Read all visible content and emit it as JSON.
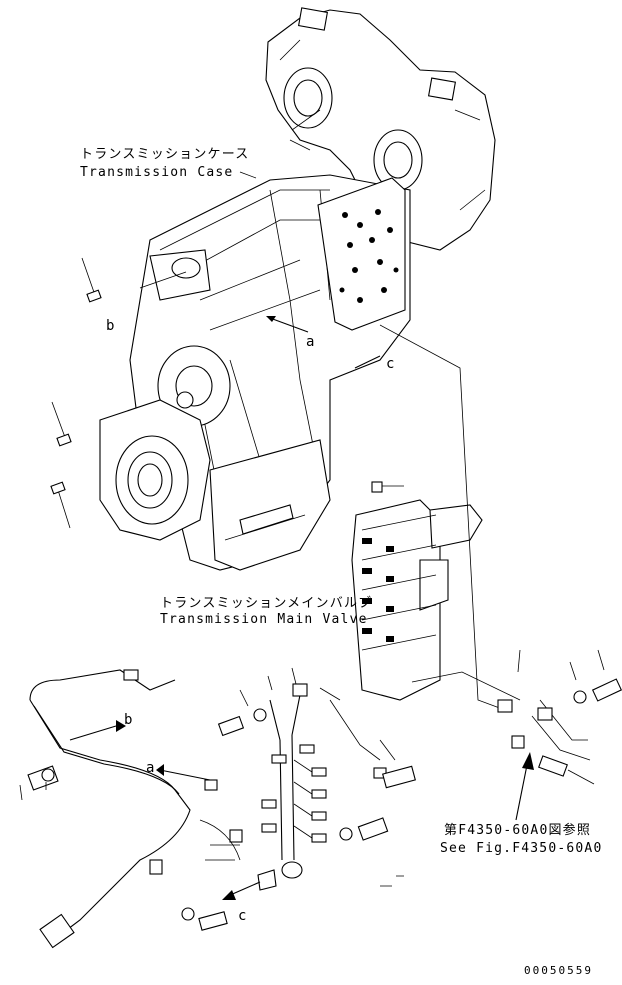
{
  "labels": {
    "transmission_case_jp": "トランスミッションケース",
    "transmission_case_en": "Transmission Case",
    "main_valve_jp": "トランスミッションメインバルブ",
    "main_valve_en": "Transmission Main Valve",
    "see_fig_jp": "第F4350-60A0図参照",
    "see_fig_en": "See Fig.F4350-60A0",
    "drawing_number": "00050559"
  },
  "callouts": {
    "a_top": "a",
    "b_top": "b",
    "c_top": "c",
    "a_bottom": "a",
    "b_bottom": "b",
    "c_bottom": "c"
  }
}
